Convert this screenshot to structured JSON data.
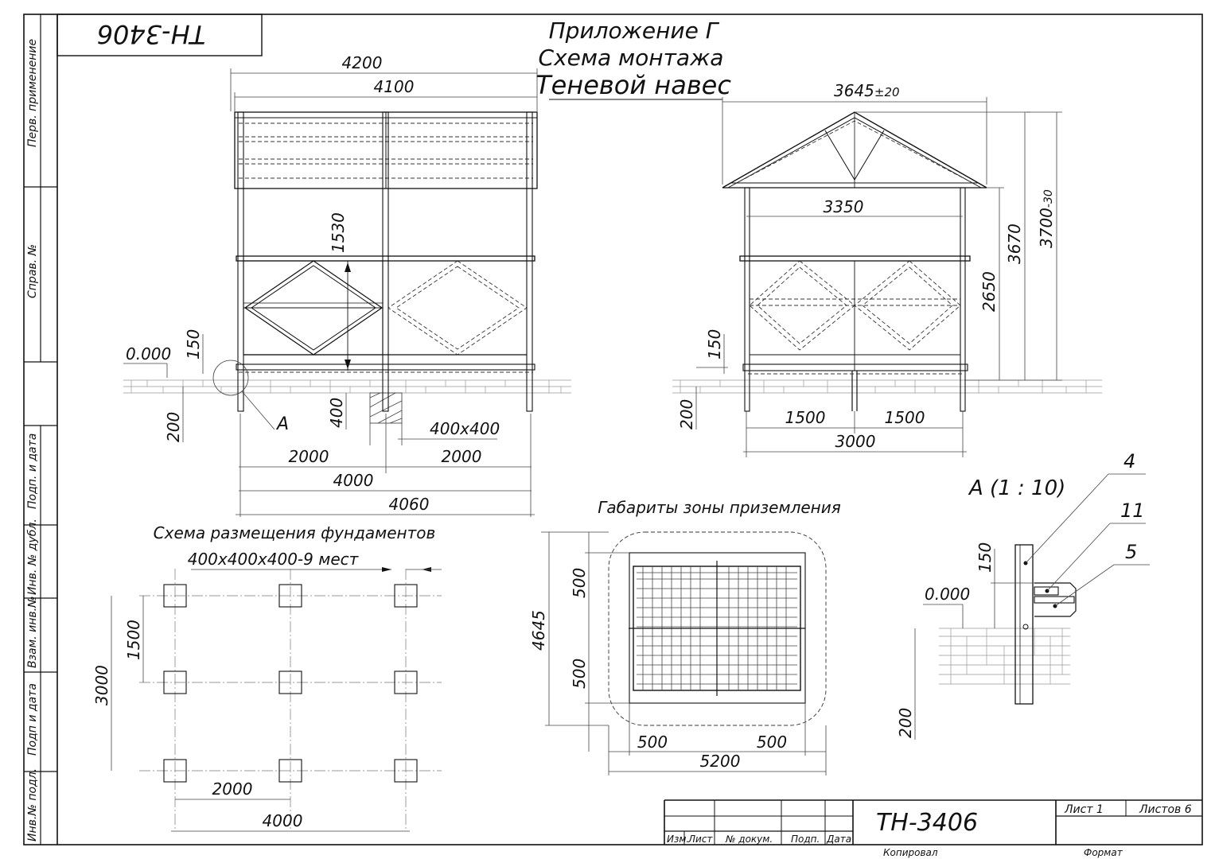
{
  "header": {
    "code_stamp": "ТН-3406",
    "title_line1": "Приложение Г",
    "title_line2": "Схема монтажа",
    "title_line3": "Теневой навес"
  },
  "side_stamp": {
    "perv_primenenie": "Перв. применение",
    "sprav_no": "Справ. №",
    "podp_i_data_1": "Подп. и дата",
    "inv_no_dubl": "Инв. № дубл.",
    "vzam_inv_no": "Взам. инв.№",
    "podp_i_data_2": "Подп и дата",
    "inv_no_podl": "Инв.№ подл."
  },
  "front_view": {
    "dim_overall": "4200",
    "dim_roof": "4100",
    "dim_height": "1530",
    "level_zero": "0.000",
    "dim_150": "150",
    "dim_200": "200",
    "dim_400": "400",
    "detail_callout": "А",
    "foundation_size": "400x400",
    "span_left": "2000",
    "span_right": "2000",
    "span_total": "4000",
    "overall_total": "4060"
  },
  "side_view": {
    "dim_roof": "3645",
    "dim_roof_tol": "±20",
    "dim_inner": "3350",
    "dim_2650": "2650",
    "dim_3670": "3670",
    "dim_3700": "3700",
    "dim_3700_tol": "-30",
    "dim_150": "150",
    "dim_200": "200",
    "span_left": "1500",
    "span_right": "1500",
    "span_total": "3000"
  },
  "foundation_plan": {
    "title": "Схема размещения фундаментов",
    "subtitle": "400х400х400-9 мест",
    "dim_1500": "1500",
    "dim_3000": "3000",
    "dim_2000": "2000",
    "dim_4000": "4000"
  },
  "landing_zone": {
    "title": "Габариты зоны приземления",
    "dim_500_top": "500",
    "dim_500_bottom": "500",
    "dim_4645": "4645",
    "dim_500_left": "500",
    "dim_500_right": "500",
    "dim_5200": "5200"
  },
  "detail_a": {
    "title": "А  (1 : 10)",
    "level_zero": "0.000",
    "dim_150": "150",
    "dim_200": "200",
    "callouts": [
      "4",
      "11",
      "5"
    ]
  },
  "title_block": {
    "designation": "ТН-3406",
    "col_izm": "Изм.",
    "col_list": "Лист",
    "col_doc": "№ докум.",
    "col_podp": "Подп.",
    "col_data": "Дата",
    "sheet_label": "Лист 1",
    "sheets_label": "Листов 6",
    "copied": "Копировал",
    "format": "Формат"
  }
}
